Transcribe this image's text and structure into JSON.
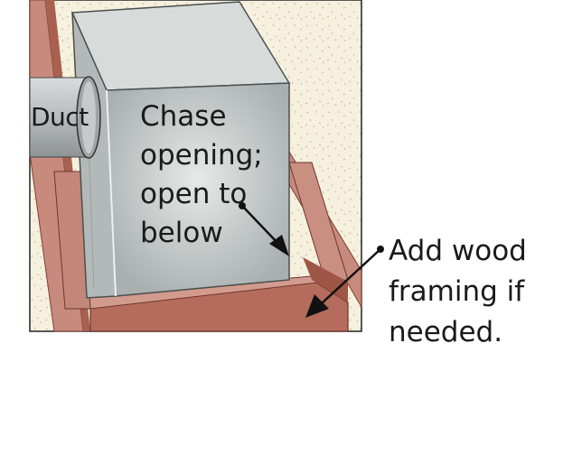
{
  "labels": {
    "duct": "Duct",
    "chase": "Chase\nopening;\nopen to\nbelow",
    "framing": "Add wood\nframing if\nneeded."
  },
  "colors": {
    "attic_bg": "#f5efdc",
    "wood_light": "#c88a7c",
    "wood_dark": "#a8604f",
    "duct_gray": "#c4c8c8",
    "chase_gray": "#bfc5c4",
    "pointer": "#111111"
  }
}
